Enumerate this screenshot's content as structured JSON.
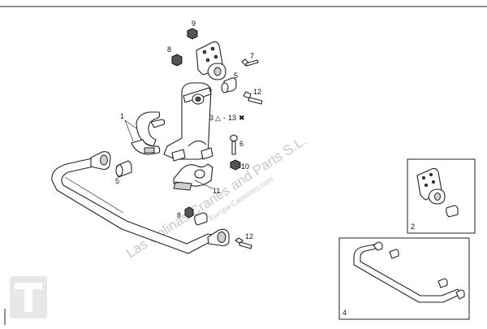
{
  "callouts": {
    "c1": "1",
    "c2": "2",
    "c3": "3",
    "c4": "4",
    "c5a": "5",
    "c5b": "5",
    "c6": "6",
    "c7": "7",
    "c8a": "8",
    "c8b": "8",
    "c9": "9",
    "c10": "10",
    "c11": "11",
    "c12a": "12",
    "c12b": "12",
    "c13": "13"
  },
  "symbols": {
    "triangle": "△",
    "cross": "✖",
    "dash": "-"
  },
  "watermark": {
    "line1": "Las Colinas Cranes and Parts S.L.",
    "line2": "Europa-Camiones.com"
  },
  "colors": {
    "ink": "#222222",
    "shade": "#cfcfcf",
    "watermark": "#c8c8c8"
  },
  "icons": [
    "watermark-logo-icon"
  ]
}
